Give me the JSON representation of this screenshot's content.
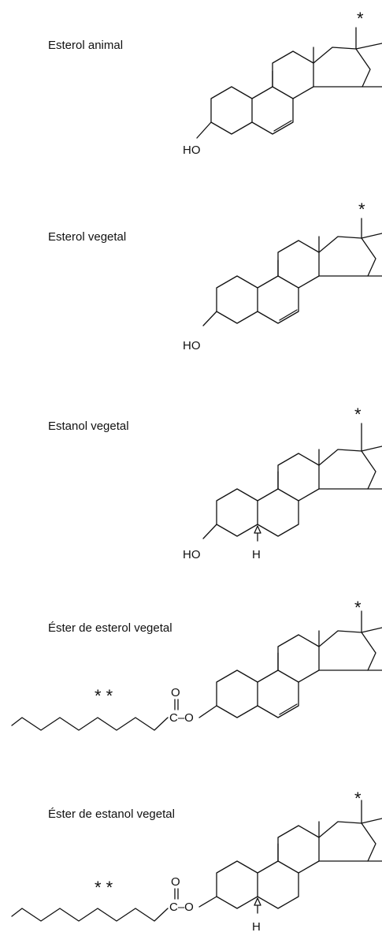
{
  "panels": [
    {
      "label": "Esterol animal",
      "ring_c": "normal",
      "ester": false
    },
    {
      "label": "Esterol vegetal",
      "ring_c": "normal",
      "ester": false
    },
    {
      "label": "Estanol vegetal",
      "ring_c": "saturated",
      "ester": false
    },
    {
      "label": "Éster de esterol vegetal",
      "ring_c": "normal",
      "ester": true
    },
    {
      "label": "Éster de estanol vegetal",
      "ring_c": "saturated",
      "ester": true
    }
  ],
  "atoms": {
    "hydroxyl": "HO",
    "hydrogen": "H",
    "carbonyl_oxygen": "O",
    "ester_link": "C–O",
    "side_chain_marker": "*",
    "chain_marker": "* *"
  }
}
